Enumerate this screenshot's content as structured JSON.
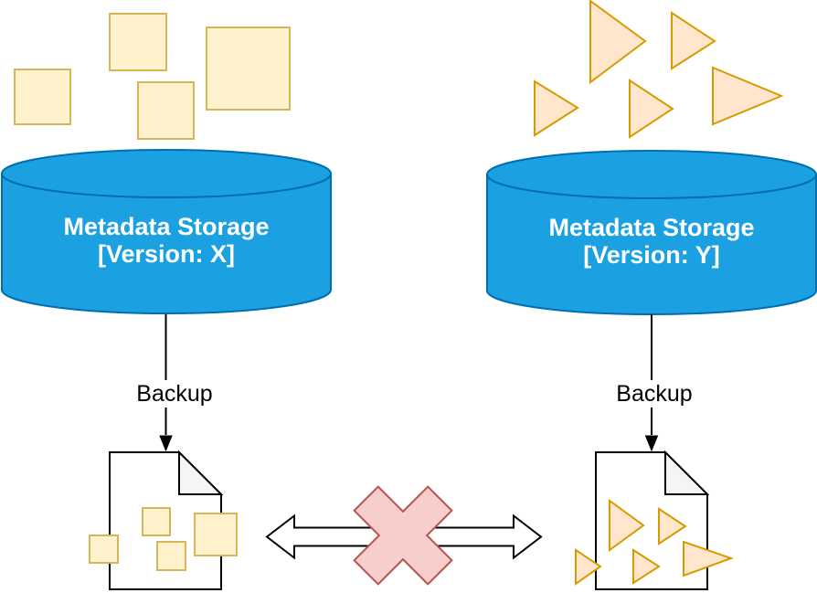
{
  "left": {
    "storage_title": "Metadata Storage",
    "storage_version": "[Version: X]",
    "backup_label": "Backup"
  },
  "right": {
    "storage_title": "Metadata Storage",
    "storage_version": "[Version: Y]",
    "backup_label": "Backup"
  },
  "colors": {
    "background": "#FFFFFF",
    "cylinder_fill": "#1BA1E2",
    "cylinder_stroke": "#006EAF",
    "cylinder_label_text": "#FFFFFF",
    "square_fill": "#FFF2CC",
    "square_stroke": "#D6B656",
    "triangle_fill": "#FFE6CC",
    "triangle_stroke": "#D79B00",
    "document_fill": "#FFFFFF",
    "document_stroke": "#000000",
    "fold_fill": "#F5F5F5",
    "arrow_stroke": "#000000",
    "arrow_fill": "#FFFFFF",
    "cross_fill": "#F8CECC",
    "cross_stroke": "#B85450",
    "backup_label_text": "#000000",
    "none": "none"
  }
}
